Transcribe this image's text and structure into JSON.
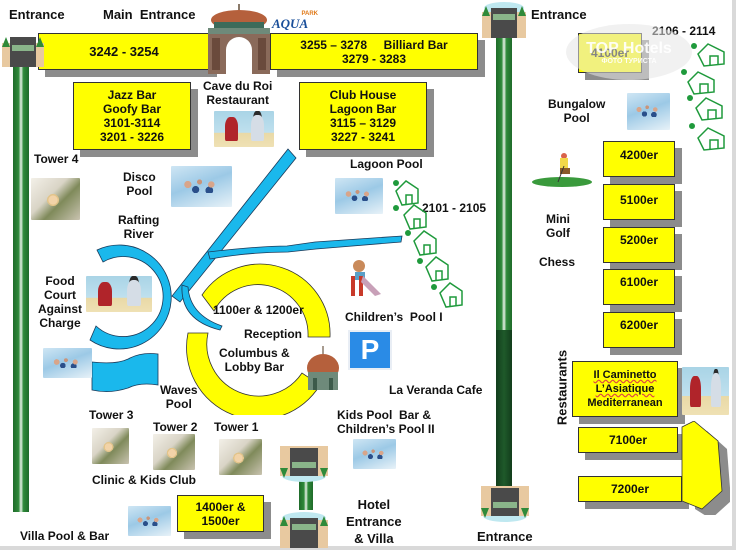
{
  "map": {
    "title": "Aqua Park Hotel Site Map",
    "logo_text": "AQUA",
    "logo_subtext": "PARK",
    "colors": {
      "building_fill": "#ffff00",
      "water": "#1ab8ec",
      "building_shadow": "#8c8c8c",
      "bungalow": "#1f9a3c",
      "parking": "#2a8be6"
    }
  },
  "labels": {
    "entrance_top_left": "Entrance",
    "main_entrance": "Main  Entrance",
    "entrance_top_right": "Entrance",
    "cave_du_roi": [
      "Cave du Roi",
      "Restaurant"
    ],
    "tower4": "Tower 4",
    "disco_pool": [
      "Disco",
      "Pool"
    ],
    "rafting_river": [
      "Rafting",
      "River"
    ],
    "food_court": [
      "Food",
      "Court",
      "Against",
      "Charge"
    ],
    "lagoon_pool": "Lagoon Pool",
    "bungalows_a": "2101 - 2105",
    "bungalows_b": "2106 - 2114",
    "bungalow_pool": [
      "Bungalow",
      "Pool"
    ],
    "mini_golf": [
      "Mini",
      "Golf"
    ],
    "chess": "Chess",
    "ring_top": "1100er & 1200er",
    "reception": "Reception",
    "columbus": [
      "Columbus &",
      "Lobby Bar"
    ],
    "childrens_pool_1": "Children’s  Pool I",
    "la_veranda": "La Veranda Cafe",
    "kids_pool_bar": [
      "Kids Pool  Bar &",
      "Children’s Pool II"
    ],
    "waves_pool": [
      "Waves",
      "Pool"
    ],
    "tower3": "Tower 3",
    "tower2": "Tower 2",
    "tower1": "Tower 1",
    "clinic": "Clinic & Kids Club",
    "villa_pool": "Villa Pool & Bar",
    "hotel_entrance": [
      "Hotel",
      "Entrance",
      "& Villa"
    ],
    "entrance_bottom": "Entrance",
    "restaurants_vertical": "Restaurants",
    "parking": "P"
  },
  "buildings": {
    "top_left": "3242 - 3254",
    "top_right_line1": "3255 – 3278     Billiard Bar",
    "top_right_line2": "3279 - 3283",
    "jazz": [
      "Jazz Bar",
      "Goofy Bar",
      "3101-3114",
      "3201 - 3226"
    ],
    "club_house": [
      "Club House",
      "Lagoon Bar",
      "3115 – 3129",
      "3227 - 3241"
    ],
    "b4100": "4100er",
    "b4200": "4200er",
    "b5100": "5100er",
    "b5200": "5200er",
    "b6100": "6100er",
    "b6200": "6200er",
    "restaurants": [
      "Il Caminetto",
      "L’Asiatique",
      "Mediterranean"
    ],
    "b7100": "7100er",
    "b7200": "7200er",
    "b1400": [
      "1400er &",
      "1500er"
    ]
  },
  "watermark": {
    "line1": "TOP Hotels",
    "line2": "ФОТО ТУРИСТА"
  }
}
